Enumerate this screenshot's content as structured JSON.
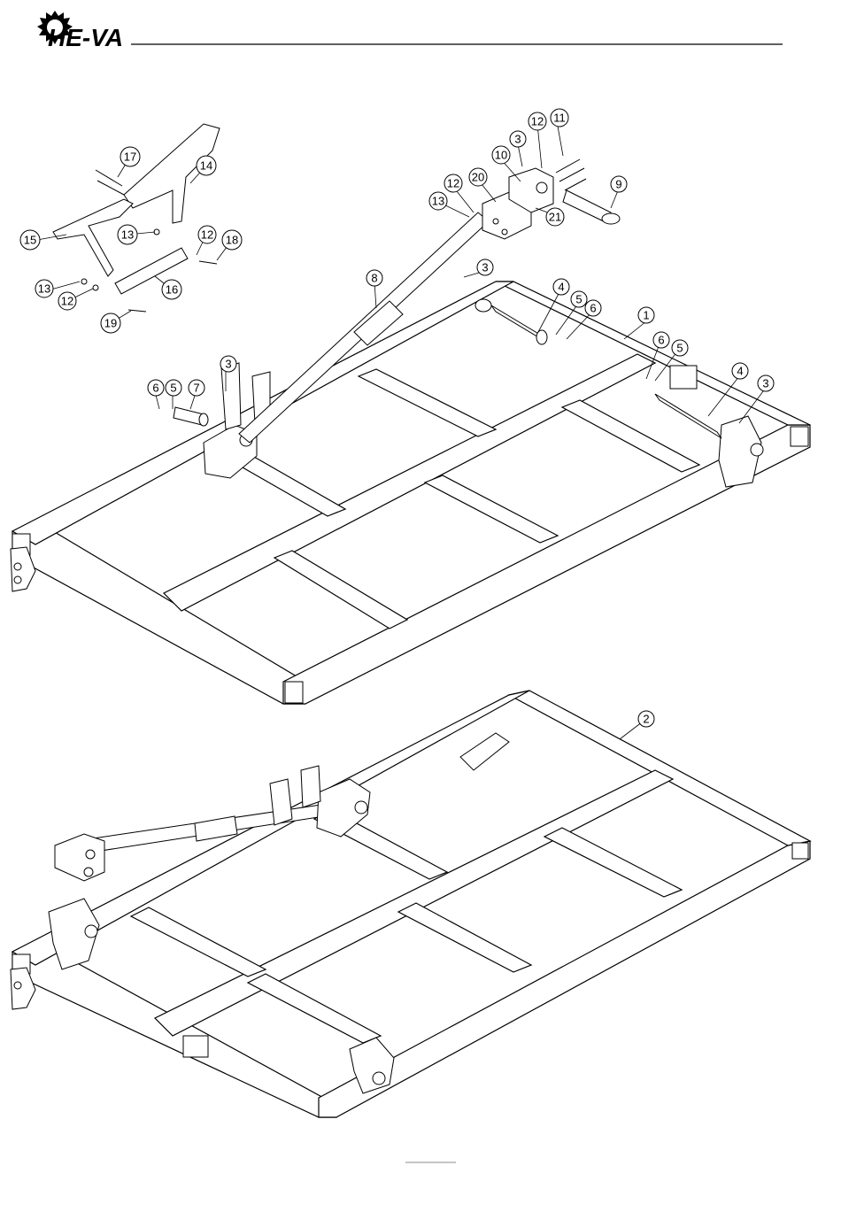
{
  "header": {
    "brand": "HE-VA"
  },
  "callouts": {
    "c1": "1",
    "c2": "2",
    "c3": "3",
    "c4": "4",
    "c5": "5",
    "c6": "6",
    "c7": "7",
    "c8": "8",
    "c9": "9",
    "c10": "10",
    "c11": "11",
    "c12": "12",
    "c13": "13",
    "c14": "14",
    "c15": "15",
    "c16": "16",
    "c17": "17",
    "c18": "18",
    "c19": "19",
    "c20": "20",
    "c21": "21"
  }
}
